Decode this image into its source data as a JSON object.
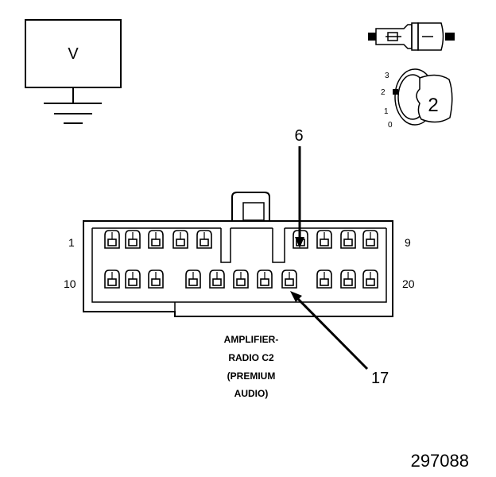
{
  "meter": {
    "label": "V"
  },
  "key_switch": {
    "positions": [
      "3",
      "2",
      "1",
      "0"
    ],
    "label": "2"
  },
  "connector": {
    "title_lines": [
      "AMPLIFIER-",
      "RADIO C2",
      "(PREMIUM",
      "AUDIO)"
    ],
    "pin_labels": {
      "top_left": "1",
      "top_right": "9",
      "bottom_left": "10",
      "bottom_right": "20"
    }
  },
  "callouts": {
    "upper": "6",
    "lower": "17"
  },
  "figure_id": "297088"
}
